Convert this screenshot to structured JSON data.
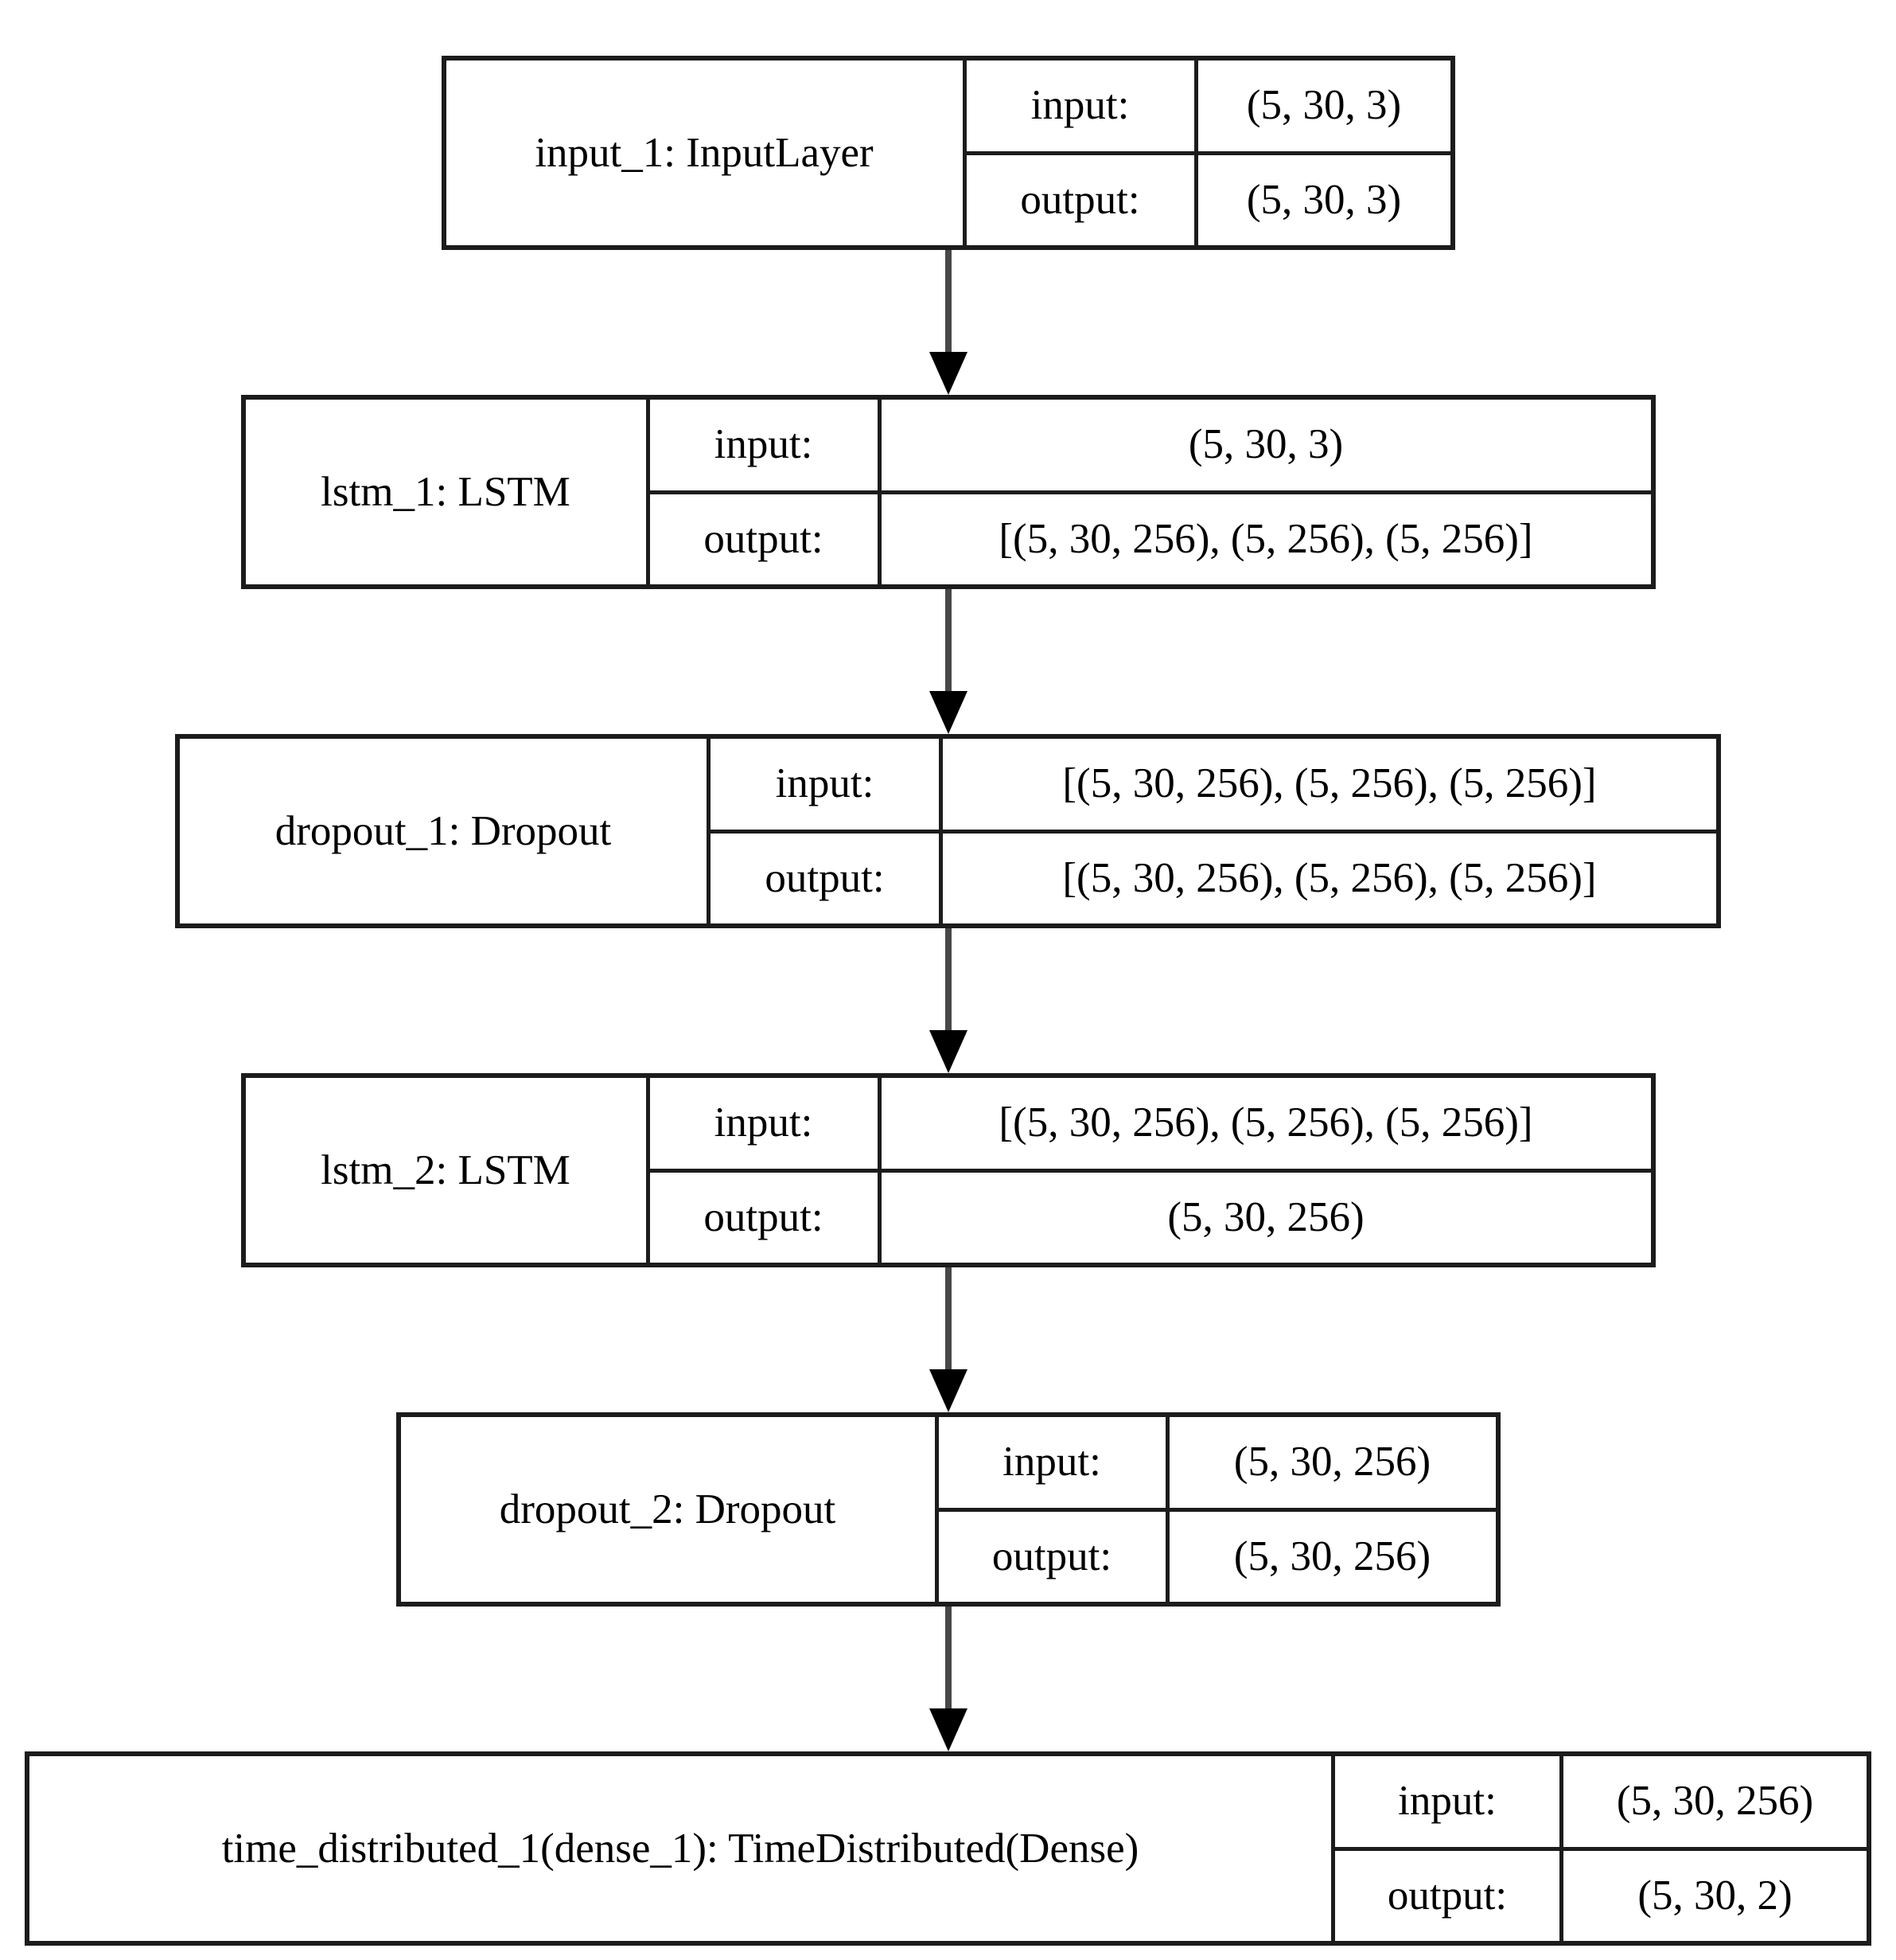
{
  "diagram": {
    "title": "Keras model architecture graph",
    "background_color": "#ffffff",
    "border_color": "#1c1c1c",
    "arrow_shaft_color": "#474747",
    "arrow_head_color": "#000000",
    "io_key_labels": {
      "input": "input:",
      "output": "output:"
    },
    "nodes": [
      {
        "id": "input_1",
        "label": "input_1: InputLayer",
        "input_key": "input:",
        "output_key": "output:",
        "input_shape": "(5, 30, 3)",
        "output_shape": "(5, 30, 3)"
      },
      {
        "id": "lstm_1",
        "label": "lstm_1: LSTM",
        "input_key": "input:",
        "output_key": "output:",
        "input_shape": "(5, 30, 3)",
        "output_shape": "[(5, 30, 256), (5, 256), (5, 256)]"
      },
      {
        "id": "dropout_1",
        "label": "dropout_1: Dropout",
        "input_key": "input:",
        "output_key": "output:",
        "input_shape": "[(5, 30, 256), (5, 256), (5, 256)]",
        "output_shape": "[(5, 30, 256), (5, 256), (5, 256)]"
      },
      {
        "id": "lstm_2",
        "label": "lstm_2: LSTM",
        "input_key": "input:",
        "output_key": "output:",
        "input_shape": "[(5, 30, 256), (5, 256), (5, 256)]",
        "output_shape": "(5, 30, 256)"
      },
      {
        "id": "dropout_2",
        "label": "dropout_2: Dropout",
        "input_key": "input:",
        "output_key": "output:",
        "input_shape": "(5, 30, 256)",
        "output_shape": "(5, 30, 256)"
      },
      {
        "id": "time_distributed_1",
        "label": "time_distributed_1(dense_1): TimeDistributed(Dense)",
        "input_key": "input:",
        "output_key": "output:",
        "input_shape": "(5, 30, 256)",
        "output_shape": "(5, 30, 2)"
      }
    ],
    "edges": [
      {
        "from": "input_1",
        "to": "lstm_1"
      },
      {
        "from": "lstm_1",
        "to": "dropout_1"
      },
      {
        "from": "dropout_1",
        "to": "lstm_2"
      },
      {
        "from": "lstm_2",
        "to": "dropout_2"
      },
      {
        "from": "dropout_2",
        "to": "time_distributed_1"
      }
    ]
  }
}
